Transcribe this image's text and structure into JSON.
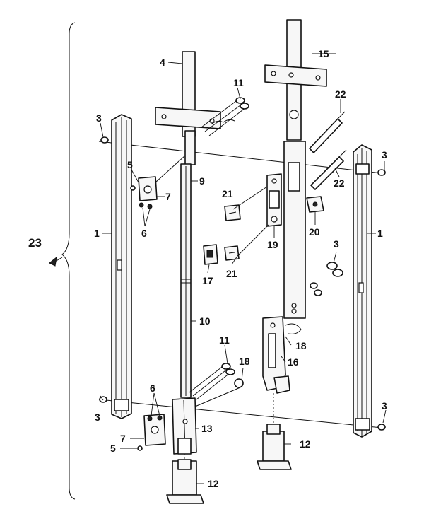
{
  "labels": {
    "l1a": "1",
    "l1b": "1",
    "l3a": "3",
    "l3b": "3",
    "l3c": "3",
    "l3d": "3",
    "l3e": "3",
    "l4": "4",
    "l5a": "5",
    "l5b": "5",
    "l6a": "6",
    "l6b": "6",
    "l7a": "7",
    "l7b": "7",
    "l9": "9",
    "l10": "10",
    "l11a": "11",
    "l11b": "11",
    "l12a": "12",
    "l12b": "12",
    "l13": "13",
    "l15": "15",
    "l16": "16",
    "l17": "17",
    "l18a": "18",
    "l18b": "18",
    "l19": "19",
    "l20": "20",
    "l21a": "21",
    "l21b": "21",
    "l22a": "22",
    "l22b": "22",
    "l23": "23"
  }
}
